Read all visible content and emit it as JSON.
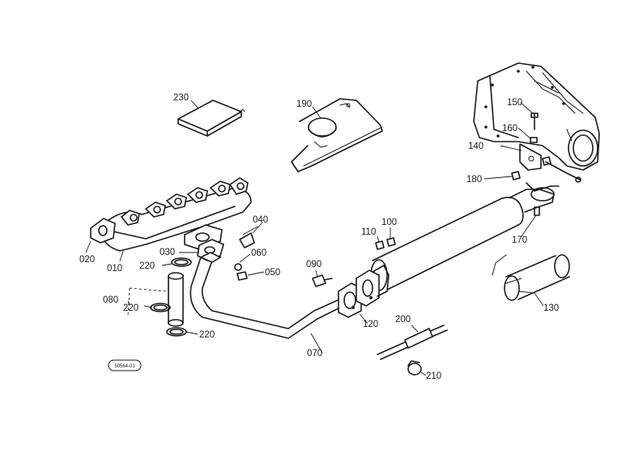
{
  "callouts": {
    "p010": "010",
    "p020": "020",
    "p030": "030",
    "p040": "040",
    "p050": "050",
    "p060": "060",
    "p070": "070",
    "p080": "080",
    "p090": "090",
    "p100": "100",
    "p110": "110",
    "p120": "120",
    "p130": "130",
    "p140": "140",
    "p150": "150",
    "p160": "160",
    "p170": "170",
    "p180": "180",
    "p190": "190",
    "p200": "200",
    "p210": "210",
    "p220a": "220",
    "p220b": "220",
    "p220c": "220",
    "p230": "230"
  },
  "stamp": {
    "code": "50564-01"
  },
  "colors": {
    "ink": "#1a1a1a",
    "paper": "#ffffff"
  }
}
